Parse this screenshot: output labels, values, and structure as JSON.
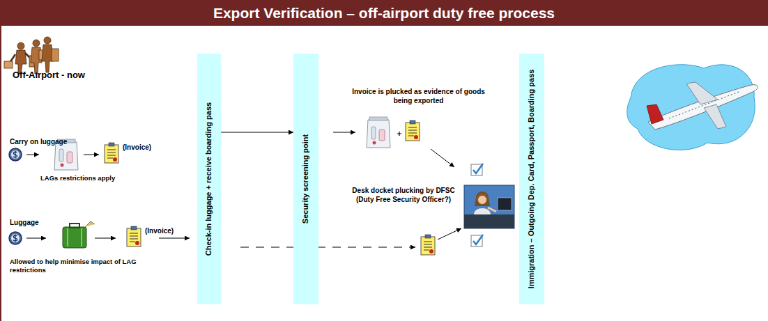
{
  "diagram": {
    "title": "Export Verification – off-airport duty free process",
    "nodes": [
      {
        "text": [
          "Check-in luggage + receive boarding pass"
        ]
      },
      {
        "text": [
          "Security screening point"
        ]
      },
      {
        "text": [
          "Immigration – Outgoing Dep. Card, Passport, Boarding pass"
        ]
      }
    ],
    "edges": [
      {
        "from": 0,
        "to": 1,
        "arrow": "to"
      }
    ],
    "labels": [
      "Off-Airport - now",
      "Carry on luggage",
      "(Invoice)",
      "LAGs restrictions apply",
      "Luggage",
      "(Invoice)",
      "Allowed to help minimise impact of LAG restrictions",
      "Invoice is plucked as evidence of goods being exported",
      "Desk docket plucking by DFSC (Duty Free Security Officer?)"
    ]
  }
}
